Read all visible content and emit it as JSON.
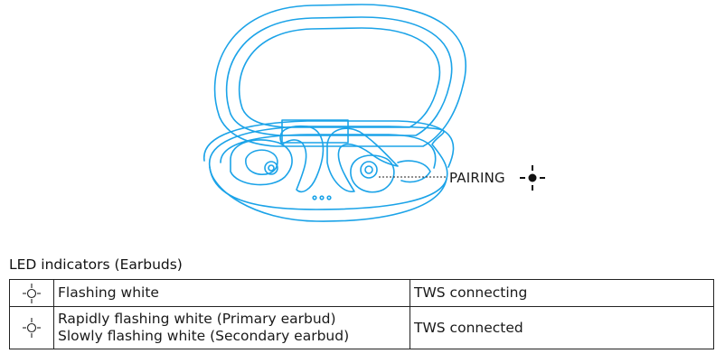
{
  "illustration": {
    "callout_label": "PAIRING",
    "outline_color": "#1ba3e8",
    "pairing_indicator_icon": "flashing-led-icon"
  },
  "led_section": {
    "title": "LED indicators (Earbuds)",
    "rows": [
      {
        "icon": "flashing-led-icon",
        "description_lines": [
          "Flashing white"
        ],
        "status": "TWS connecting"
      },
      {
        "icon": "flashing-led-icon",
        "description_lines": [
          "Rapidly flashing white (Primary earbud)",
          "Slowly flashing white (Secondary earbud)"
        ],
        "status": "TWS connected"
      }
    ]
  }
}
